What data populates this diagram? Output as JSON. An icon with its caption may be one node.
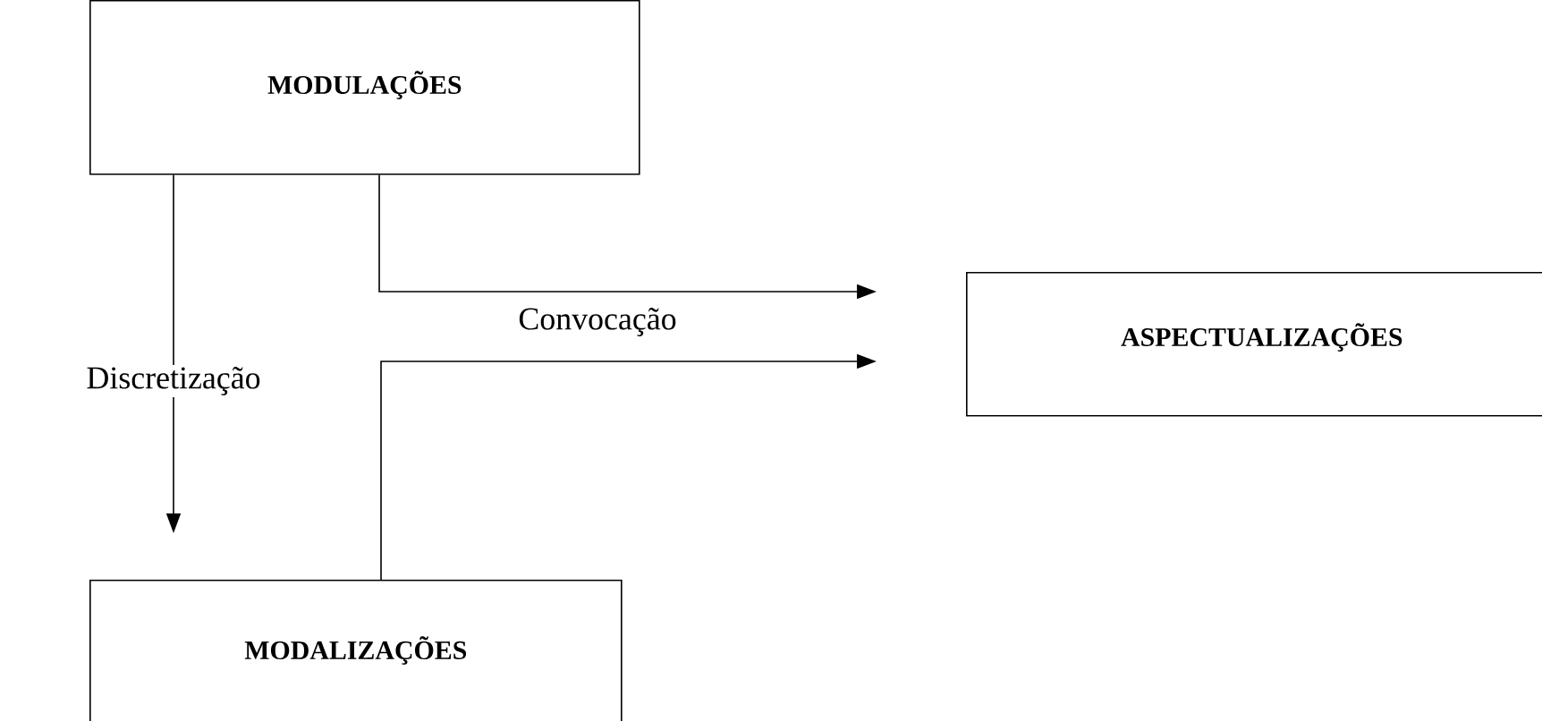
{
  "diagram": {
    "nodes": [
      {
        "text": [
          "MODULAÇÕES"
        ]
      },
      {
        "text": [
          "ASPECTUALIZAÇÕES"
        ]
      },
      {
        "text": [
          "MODALIZAÇÕES"
        ]
      }
    ],
    "edges": [
      {
        "from": 0,
        "to": 2,
        "arrow": "to",
        "label": "Discretização"
      },
      {
        "from": 0,
        "to": 1,
        "arrow": "to"
      },
      {
        "from": 2,
        "to": 1,
        "arrow": "to",
        "label": "Convocação"
      }
    ]
  }
}
